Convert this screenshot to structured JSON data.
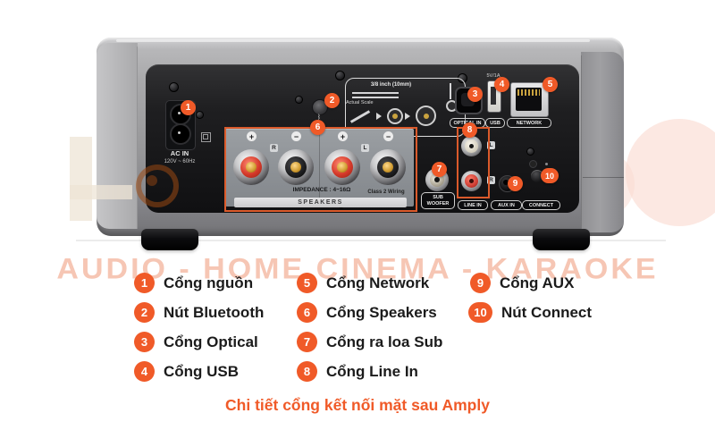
{
  "watermark": {
    "strip": "AUDIO - HOME CINEMA - KARAOKE"
  },
  "device": {
    "ac_in_label": "AC IN",
    "ac_voltage": "120V ~ 60Hz",
    "diagram": {
      "title": "3/8 inch (10mm)",
      "scale_note": "Actual Scale"
    },
    "bluetooth_symbol": "ᛒ",
    "usb_power": "5V/1A",
    "port_labels": {
      "optical": "OPTICAL IN",
      "usb": "USB",
      "network": "NETWORK",
      "sub_line1": "SUB",
      "sub_line2": "WOOFER",
      "line_in": "LINE IN",
      "aux_in": "AUX IN",
      "connect": "CONNECT"
    },
    "speakers": {
      "impedance": "IMPEDANCE : 4~16Ω",
      "wiring": "Class 2 Wiring",
      "title": "SPEAKERS",
      "right_label": "R",
      "left_label": "L",
      "plus": "+",
      "minus": "−"
    },
    "line_channels": {
      "left": "L",
      "right": "R"
    }
  },
  "panel_badges": [
    "1",
    "2",
    "3",
    "4",
    "5",
    "6",
    "7",
    "8",
    "9",
    "10"
  ],
  "legend": {
    "items": [
      {
        "num": "1",
        "label": "Cổng nguồn"
      },
      {
        "num": "2",
        "label": "Nút Bluetooth"
      },
      {
        "num": "3",
        "label": "Cổng Optical"
      },
      {
        "num": "4",
        "label": "Cổng USB"
      },
      {
        "num": "5",
        "label": "Cổng Network"
      },
      {
        "num": "6",
        "label": "Cổng Speakers"
      },
      {
        "num": "7",
        "label": "Cổng ra loa Sub"
      },
      {
        "num": "8",
        "label": "Cổng Line In"
      },
      {
        "num": "9",
        "label": "Cổng AUX"
      },
      {
        "num": "10",
        "label": "Nút Connect"
      }
    ]
  },
  "caption": "Chi tiết cổng kết nối mặt sau Amply",
  "colors": {
    "accent": "#F05A28",
    "callout_box": "#DB5A2B",
    "watermark_text": "#F6C6B4"
  }
}
